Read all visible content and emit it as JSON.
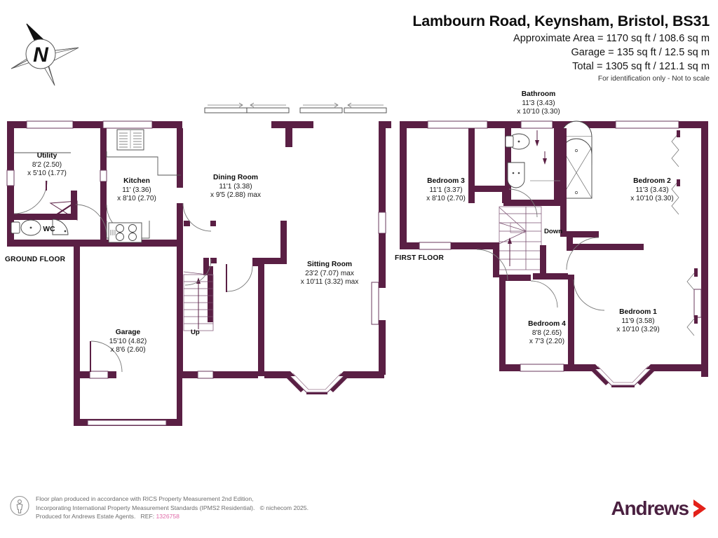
{
  "header": {
    "title": "Lambourn Road, Keynsham, Bristol, BS31",
    "area_lines": [
      "Approximate Area = 1170 sq ft / 108.6 sq m",
      "Garage = 135 sq ft / 12.5 sq m",
      "Total = 1305 sq ft / 121.1 sq m"
    ],
    "disclaimer": "For identification only - Not to scale"
  },
  "compass": {
    "label": "N",
    "icon": "compass-rose-icon"
  },
  "floors": [
    {
      "id": "ground",
      "label": "GROUND FLOOR"
    },
    {
      "id": "first",
      "label": "FIRST FLOOR"
    }
  ],
  "rooms": {
    "utility": {
      "name": "Utility",
      "dim1": "8'2 (2.50)",
      "dim2": "x 5'10 (1.77)"
    },
    "wc": {
      "name": "WC",
      "dim1": "",
      "dim2": ""
    },
    "kitchen": {
      "name": "Kitchen",
      "dim1": "11' (3.36)",
      "dim2": "x 8'10 (2.70)"
    },
    "dining": {
      "name": "Dining Room",
      "dim1": "11'1 (3.38)",
      "dim2": "x 9'5 (2.88) max"
    },
    "sitting": {
      "name": "Sitting Room",
      "dim1": "23'2 (7.07) max",
      "dim2": "x 10'11 (3.32) max"
    },
    "garage": {
      "name": "Garage",
      "dim1": "15'10 (4.82)",
      "dim2": "x 8'6 (2.60)"
    },
    "bathroom": {
      "name": "Bathroom",
      "dim1": "11'3 (3.43)",
      "dim2": "x 10'10 (3.30)"
    },
    "bedroom3": {
      "name": "Bedroom 3",
      "dim1": "11'1 (3.37)",
      "dim2": "x 8'10 (2.70)"
    },
    "bedroom2": {
      "name": "Bedroom 2",
      "dim1": "11'3 (3.43)",
      "dim2": "x 10'10 (3.30)"
    },
    "bedroom4": {
      "name": "Bedroom 4",
      "dim1": "8'8 (2.65)",
      "dim2": "x 7'3 (2.20)"
    },
    "bedroom1": {
      "name": "Bedroom 1",
      "dim1": "11'9 (3.58)",
      "dim2": "x 10'10 (3.29)"
    }
  },
  "stairs": {
    "ground_label": "Up",
    "first_label": "Down"
  },
  "footer": {
    "line1": "Floor plan produced in accordance with RICS Property Measurement 2nd Edition,",
    "line2a": "Incorporating International Property Measurement Standards (IPMS2 Residential).",
    "line2b": "© nichecom 2025.",
    "line3a": "Produced for Andrews Estate Agents.",
    "line3_ref_label": "REF:",
    "line3_ref_value": "1326758"
  },
  "logo": {
    "word": "Andrews",
    "chevron": "chevron-right-icon"
  },
  "colors": {
    "wall": "#5a1f44",
    "logo_text": "#4a2040",
    "logo_chevron": "#e32119",
    "ref": "#e06aa8",
    "fixture_line": "#4a4a4a"
  }
}
